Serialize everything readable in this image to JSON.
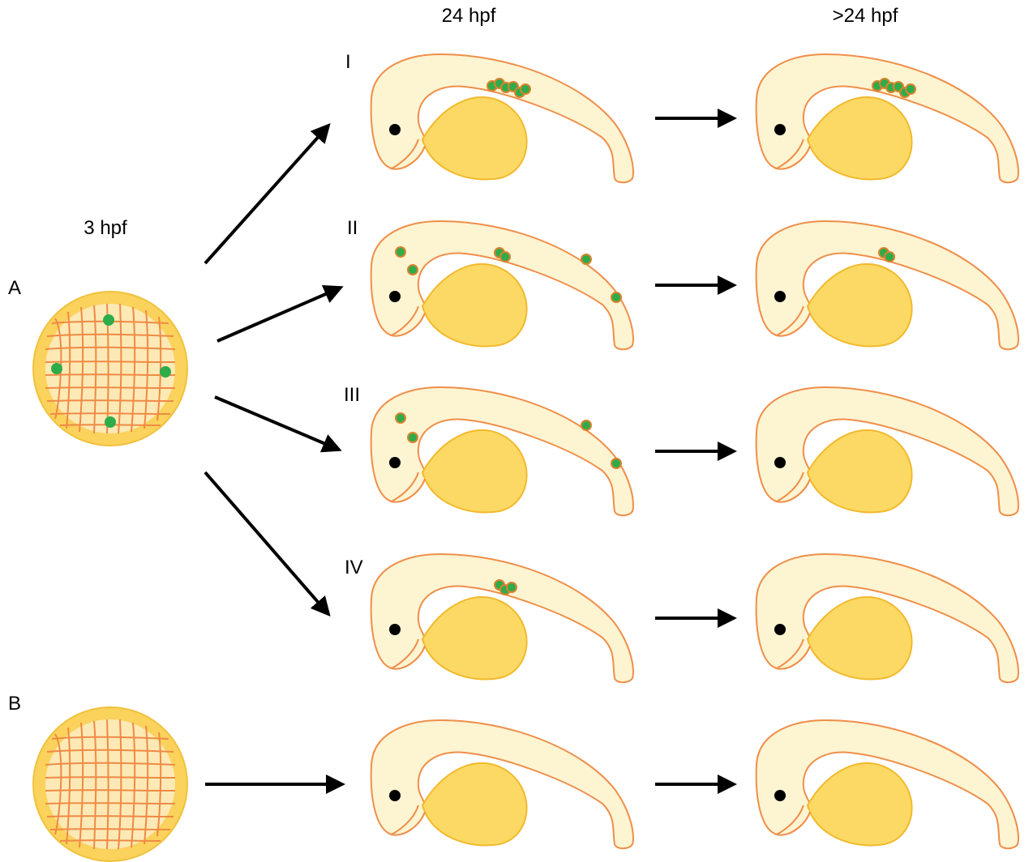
{
  "headers": {
    "early": "3 hpf",
    "mid": "24 hpf",
    "late": ">24 hpf"
  },
  "groups": {
    "a": "A",
    "b": "B"
  },
  "scenarios": [
    {
      "label": "I",
      "late_marked": true
    },
    {
      "label": "II",
      "late_marked": true
    },
    {
      "label": "III",
      "late_marked": false
    },
    {
      "label": "IV",
      "late_marked": false
    }
  ],
  "colors": {
    "embryo_body": "#fdf4d2",
    "embryo_outline": "#ef8f4a",
    "yolk": "#fcd964",
    "yolk_outline": "#f2b92c",
    "marked_cell": "#2eac49",
    "marked_cell_outline": "#d9832f",
    "egg_rim": "#fad25c",
    "egg_inner": "#fde9b5",
    "egg_grid": "#ef8a45",
    "eye": "#000000",
    "arrow": "#000000"
  }
}
